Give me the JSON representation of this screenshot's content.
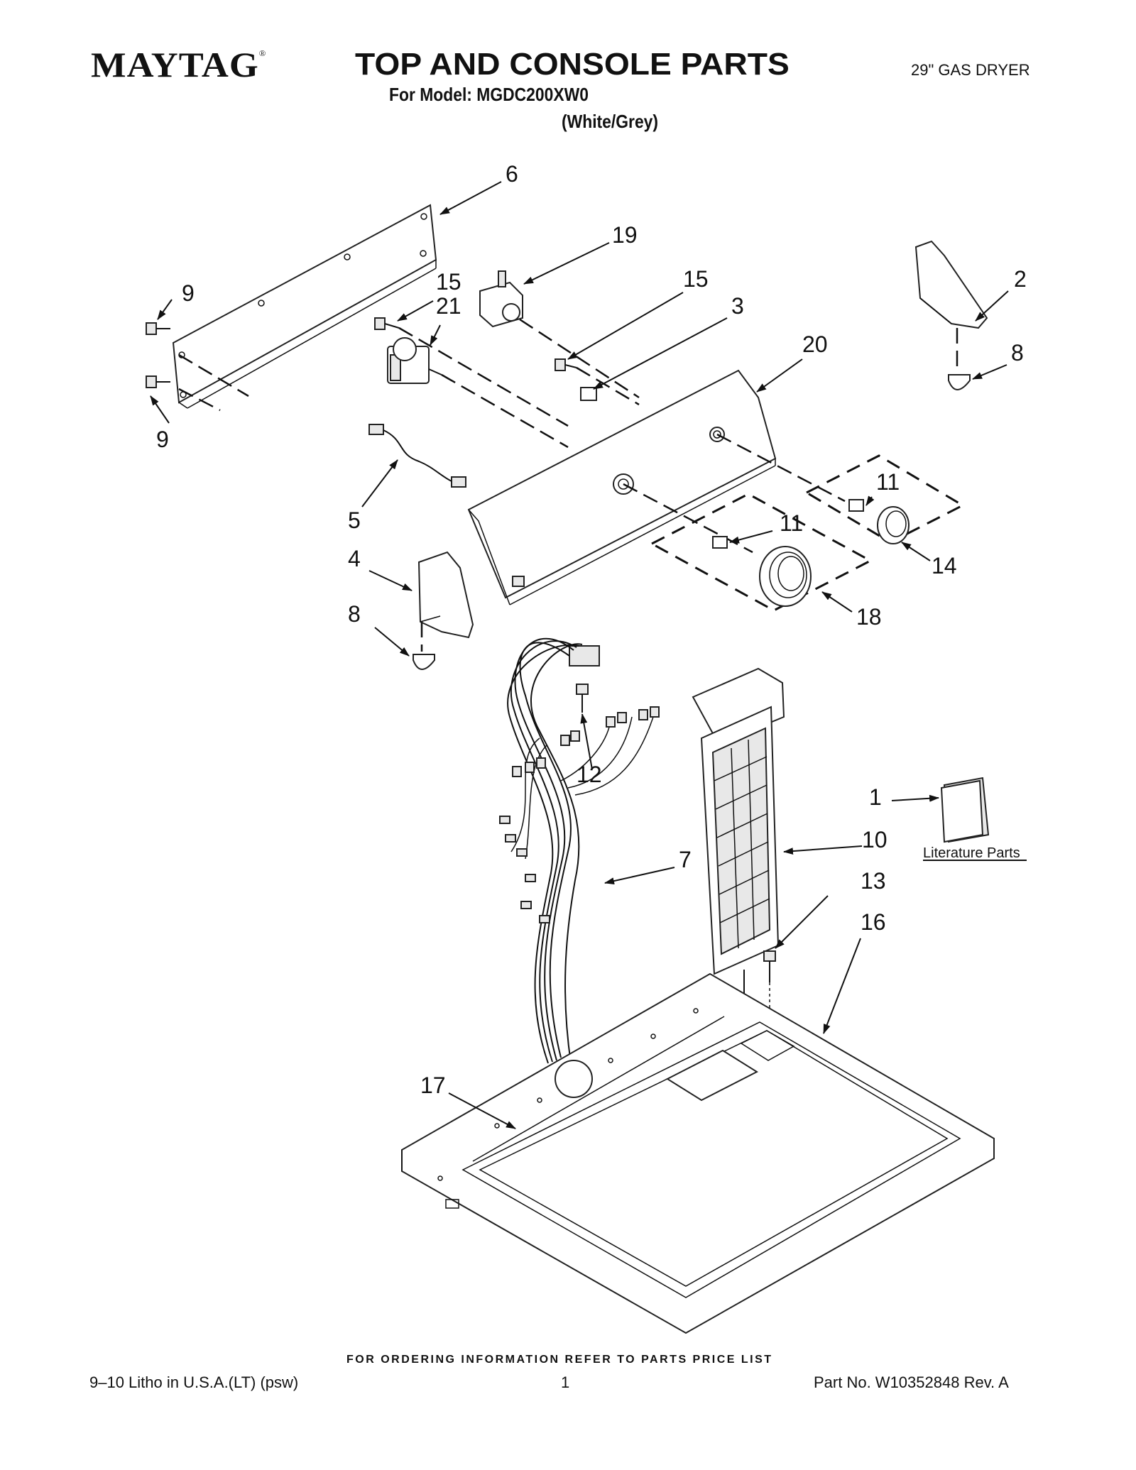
{
  "header": {
    "brand": "MAYTAG",
    "registered_mark": "®",
    "title": "TOP AND CONSOLE PARTS",
    "model_line": "For Model: MGDC200XW0",
    "color_line": "(White/Grey)",
    "dryer_type": "29\" GAS DRYER"
  },
  "diagram": {
    "callouts": [
      "6",
      "19",
      "15",
      "21",
      "15",
      "3",
      "9",
      "9",
      "2",
      "8",
      "20",
      "5",
      "11",
      "11",
      "4",
      "14",
      "8",
      "18",
      "12",
      "1",
      "10",
      "7",
      "13",
      "16",
      "17"
    ],
    "literature_label": "Literature Parts"
  },
  "footer": {
    "ordering_note": "FOR ORDERING INFORMATION REFER TO PARTS PRICE LIST",
    "litho": "9–10 Litho in U.S.A.(LT) (psw)",
    "page_number": "1",
    "part_number": "Part No. W10352848 Rev. A"
  }
}
